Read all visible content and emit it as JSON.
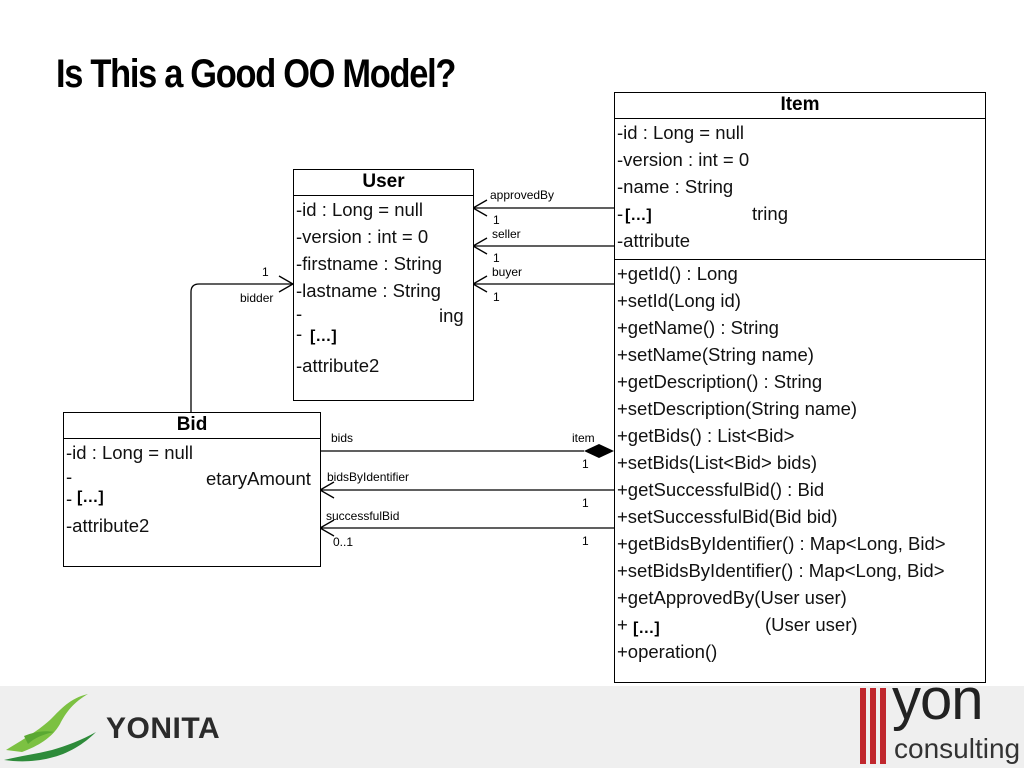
{
  "slide": {
    "title": "Is This a Good OO Model?"
  },
  "classes": {
    "user": {
      "name": "User",
      "attributes": [
        "-id : Long = null",
        "-version : int = 0",
        "-firstname : String",
        "-lastname : String",
        "-",
        "-",
        "-attribute2"
      ],
      "fragment": "ing",
      "ellipsis": "[…]"
    },
    "item": {
      "name": "Item",
      "attributes": [
        "-id : Long = null",
        "-version : int = 0",
        "-name : String",
        "-",
        "-attribute"
      ],
      "attr_fragment": "tring",
      "attr_ellipsis": "[…]",
      "operations": [
        "+getId() : Long",
        "+setId(Long id)",
        "+getName() : String",
        "+setName(String name)",
        "+getDescription() : String",
        "+setDescription(String name)",
        "+getBids() : List<Bid>",
        "+setBids(List<Bid> bids)",
        "+getSuccessfulBid() : Bid",
        "+setSuccessfulBid(Bid bid)",
        "+getBidsByIdentifier() : Map<Long, Bid>",
        "+setBidsByIdentifier() : Map<Long, Bid>",
        "+getApprovedBy(User user)",
        "+",
        "+operation()"
      ],
      "op_fragment": "(User user)",
      "op_ellipsis": "[…]"
    },
    "bid": {
      "name": "Bid",
      "attributes": [
        "-id : Long = null",
        "-",
        "-",
        "-attribute2"
      ],
      "fragment": "etaryAmount",
      "ellipsis": "[…]"
    }
  },
  "associations": {
    "approved_by": {
      "role": "approvedBy",
      "multiplicity": "1"
    },
    "seller": {
      "role": "seller",
      "multiplicity": "1"
    },
    "buyer": {
      "role": "buyer",
      "multiplicity": "1"
    },
    "bidder": {
      "role": "bidder",
      "multiplicity": "1"
    },
    "bids": {
      "role": "bids",
      "item_role": "item",
      "multiplicity": "1"
    },
    "bids_by_identifier": {
      "role": "bidsByIdentifier",
      "multiplicity": "1"
    },
    "successful_bid": {
      "role": "successfulBid",
      "multiplicity_near": "0..1",
      "multiplicity_far": "1"
    }
  },
  "footer": {
    "left_logo": {
      "text": "YONITA",
      "color": "#7cc142"
    },
    "right_logo": {
      "big": "yon",
      "small": "consulting",
      "accent": "#c0272d"
    }
  }
}
